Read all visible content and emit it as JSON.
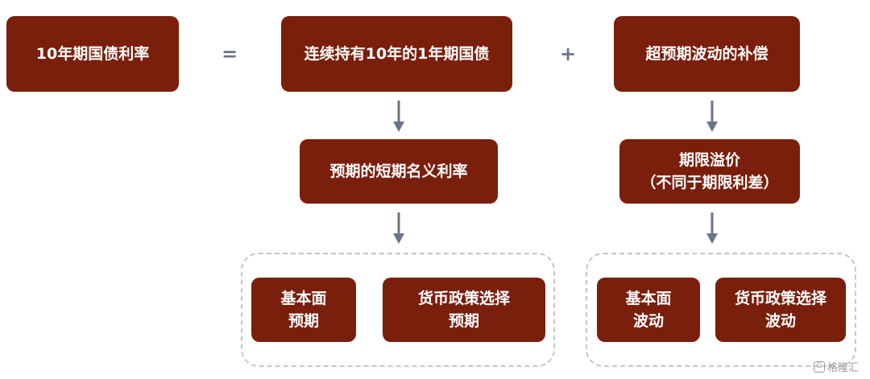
{
  "top": {
    "yield_label": "10年期国债利率",
    "equals": "=",
    "hold_label": "连续持有10年的1年期国债",
    "plus": "+",
    "comp_label": "超预期波动的补偿"
  },
  "middle": {
    "expected_rate": "预期的短期名义利率",
    "term_premium_line1": "期限溢价",
    "term_premium_line2": "（不同于期限利差）"
  },
  "left_group": {
    "fundamentals_line1": "基本面",
    "fundamentals_line2": "预期",
    "policy_line1": "货币政策选择",
    "policy_line2": "预期"
  },
  "right_group": {
    "fundamentals_line1": "基本面",
    "fundamentals_line2": "波动",
    "policy_line1": "货币政策选择",
    "policy_line2": "波动"
  },
  "watermark": {
    "text": "格隆汇"
  },
  "colors": {
    "box": "#7a1f0c",
    "arrow": "#6b7488",
    "dash": "#c9c7bf"
  }
}
